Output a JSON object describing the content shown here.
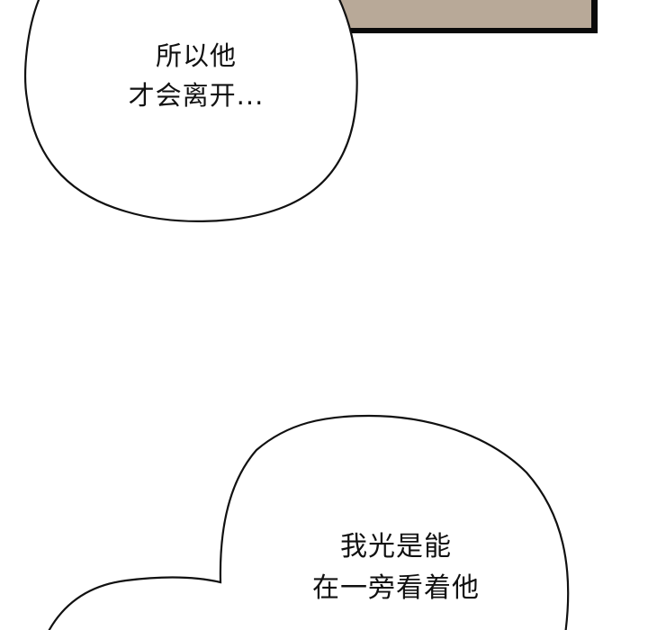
{
  "panel": {
    "background_color": "#ffffff",
    "top_panel_fill": "#b8a998",
    "top_panel_border": "#0a0a0a"
  },
  "bubbles": [
    {
      "id": "bubble-1",
      "lines": [
        "所以他",
        "才会离开..."
      ]
    },
    {
      "id": "bubble-2",
      "lines": [
        "我光是能",
        "在一旁看着他"
      ]
    }
  ]
}
